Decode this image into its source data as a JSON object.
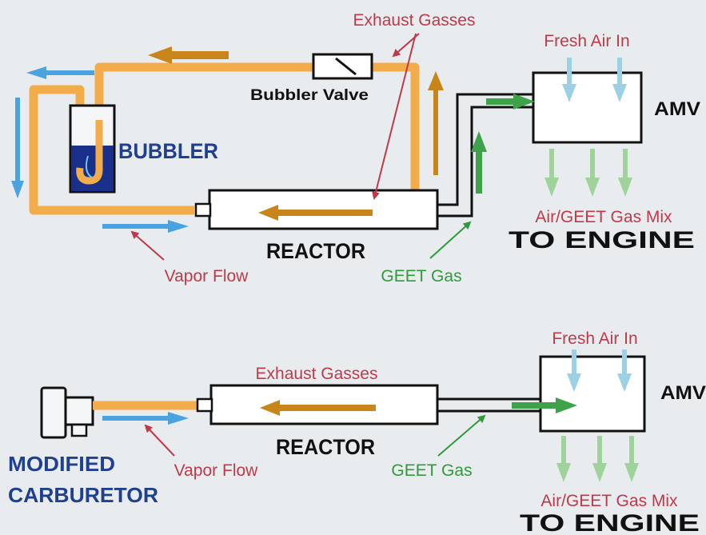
{
  "top": {
    "exhaust": "Exhaust Gasses",
    "fresh_air": "Fresh Air In",
    "amv": "AMV",
    "bubbler_valve": "Bubbler Valve",
    "bubbler": "BUBBLER",
    "mix": "Air/GEET Gas Mix",
    "to_engine": "TO ENGINE",
    "reactor": "REACTOR",
    "vapor": "Vapor Flow",
    "geet": "GEET Gas"
  },
  "bottom": {
    "fresh_air": "Fresh Air In",
    "amv": "AMV",
    "exhaust": "Exhaust Gasses",
    "reactor": "REACTOR",
    "modified": "MODIFIED",
    "carburetor": "CARBURETOR",
    "vapor": "Vapor Flow",
    "geet": "GEET Gas",
    "mix": "Air/GEET Gas Mix",
    "to_engine": "TO ENGINE"
  },
  "colors": {
    "pipe": "#f2ad4a",
    "arrow_orange": "#c8861a",
    "arrow_blue": "#4aa3de",
    "arrow_green": "#3da24a",
    "arrow_green_light": "#9fd39b",
    "arrow_lightblue": "#9cd0e4",
    "label_red": "#c0394a",
    "label_green": "#2f9a3a",
    "label_blue": "#1f3f8f"
  }
}
